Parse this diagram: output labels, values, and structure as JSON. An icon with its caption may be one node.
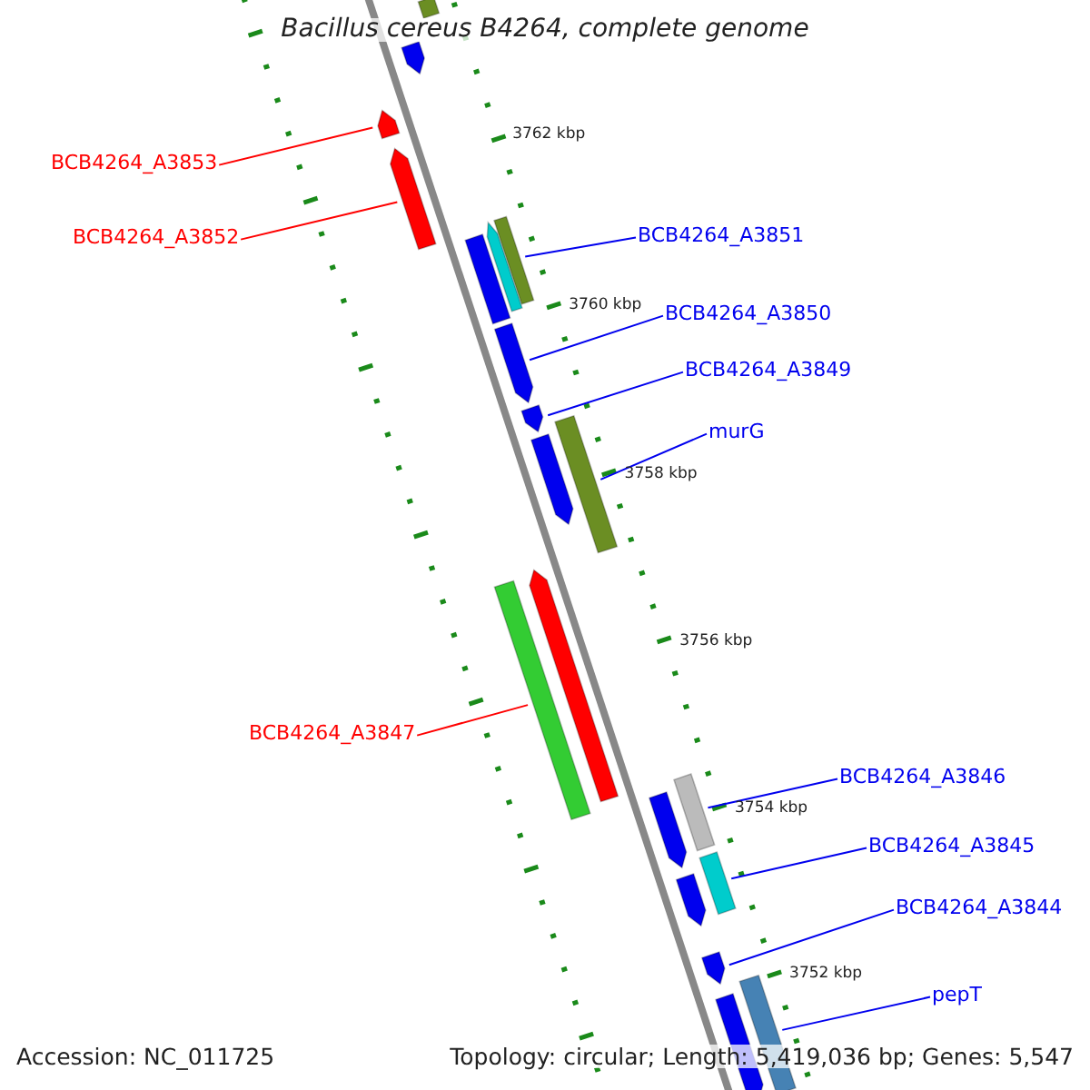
{
  "diagram": {
    "title": "Bacillus cereus B4264, complete genome",
    "nodes": [
      {
        "text": [
          "BCB4264_A3853"
        ]
      },
      {
        "text": [],
        "shape": "arrow"
      },
      {
        "text": [
          "BCB4264_A3852"
        ]
      },
      {
        "text": [],
        "shape": "arrow"
      },
      {
        "text": [
          "BCB4264_A3851"
        ]
      },
      {
        "text": [],
        "shape": "bar"
      },
      {
        "text": [
          "BCB4264_A3850"
        ]
      },
      {
        "text": [],
        "shape": "arrow"
      },
      {
        "text": [
          "BCB4264_A3849"
        ]
      },
      {
        "text": [],
        "shape": "arrow"
      },
      {
        "text": [
          "murG"
        ]
      },
      {
        "text": [],
        "shape": "bar"
      },
      {
        "text": [
          "BCB4264_A3847"
        ]
      },
      {
        "text": [],
        "shape": "bar"
      },
      {
        "text": [
          "BCB4264_A3846"
        ]
      },
      {
        "text": [],
        "shape": "bar"
      },
      {
        "text": [
          "BCB4264_A3845"
        ]
      },
      {
        "text": [],
        "shape": "bar"
      },
      {
        "text": [
          "BCB4264_A3844"
        ]
      },
      {
        "text": [],
        "shape": "arrow"
      },
      {
        "text": [
          "pepT"
        ]
      },
      {
        "text": [],
        "shape": "bar"
      },
      {
        "text": [],
        "shape": "arrow"
      },
      {
        "text": [],
        "shape": "bar"
      },
      {
        "text": [],
        "shape": "bar"
      },
      {
        "text": [],
        "shape": "arrow"
      },
      {
        "text": [],
        "shape": "arrow"
      },
      {
        "text": [],
        "shape": "arrow"
      },
      {
        "text": [],
        "shape": "arrow"
      },
      {
        "text": [],
        "shape": "arrow"
      },
      {
        "text": [],
        "shape": "arrow"
      }
    ],
    "edges": [
      {
        "from": 0,
        "to": 1,
        "arrow": "none",
        "color": "#ff0000"
      },
      {
        "from": 2,
        "to": 3,
        "arrow": "none",
        "color": "#ff0000"
      },
      {
        "from": 4,
        "to": 5,
        "arrow": "none"
      },
      {
        "from": 6,
        "to": 7,
        "arrow": "none"
      },
      {
        "from": 8,
        "to": 9,
        "arrow": "none"
      },
      {
        "from": 10,
        "to": 11,
        "arrow": "none"
      },
      {
        "from": 12,
        "to": 13,
        "arrow": "none",
        "color": "#ff0000"
      },
      {
        "from": 14,
        "to": 15,
        "arrow": "none"
      },
      {
        "from": 16,
        "to": 17,
        "arrow": "none"
      },
      {
        "from": 18,
        "to": 19,
        "arrow": "none"
      },
      {
        "from": 20,
        "to": 21,
        "arrow": "none"
      }
    ],
    "labels": [
      "3762 kbp",
      "3760 kbp",
      "3758 kbp",
      "3756 kbp",
      "3754 kbp",
      "3752 kbp",
      "Accession: NC_011725",
      "Topology: circular; Length: 5,419,036 bp; Genes: 5,547"
    ]
  }
}
